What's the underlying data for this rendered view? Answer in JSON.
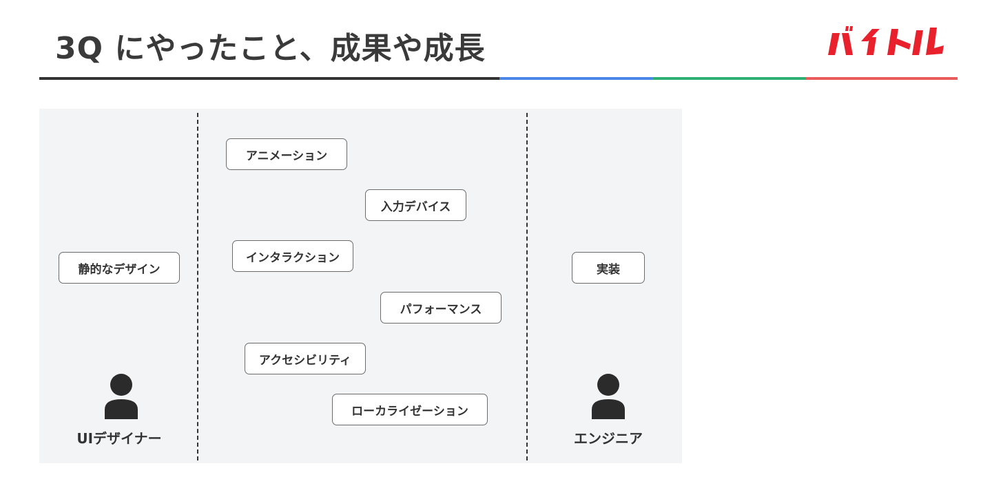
{
  "slide": {
    "title": "3Q にやったこと、成果や成長",
    "logo_text": "バイトル"
  },
  "colors": {
    "rule": [
      "#333333",
      "#4a86e8",
      "#2eaf74",
      "#ea5b5b"
    ],
    "logo": "#e8212c",
    "diagram_background": "#f3f4f6"
  },
  "diagram": {
    "left_role": {
      "icon": "person-icon",
      "label": "UIデザイナー",
      "skill": "静的なデザイン"
    },
    "right_role": {
      "icon": "person-icon",
      "label": "エンジニア",
      "skill": "実装"
    },
    "middle_skills": [
      "アニメーション",
      "入力デバイス",
      "インタラクション",
      "パフォーマンス",
      "アクセシビリティ",
      "ローカライゼーション"
    ]
  }
}
